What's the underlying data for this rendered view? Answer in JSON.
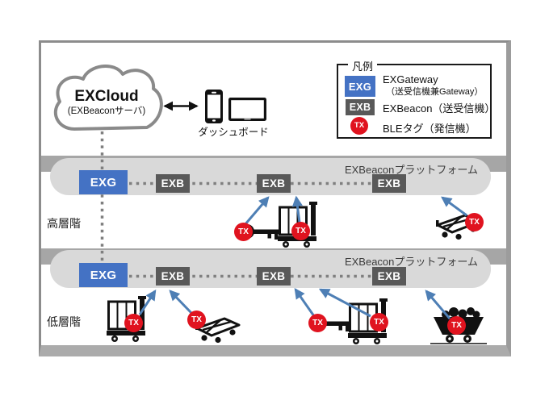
{
  "cloud": {
    "title": "EXCloud",
    "subtitle": "(EXBeaconサーバ)"
  },
  "dashboard": {
    "label": "ダッシュボード"
  },
  "legend": {
    "title": "凡例",
    "items": [
      {
        "badge": "EXG",
        "label": "EXGateway",
        "sublabel": "（送受信機兼Gateway）"
      },
      {
        "badge": "EXB",
        "label": "EXBeacon（送受信機）"
      },
      {
        "badge": "TX",
        "label": "BLEタグ（発信機）"
      }
    ]
  },
  "floors": [
    {
      "name": "高層階",
      "platform_label": "EXBeaconプラットフォーム",
      "gateway": "EXG",
      "beacons": [
        "EXB",
        "EXB",
        "EXB"
      ]
    },
    {
      "name": "低層階",
      "platform_label": "EXBeaconプラットフォーム",
      "gateway": "EXG",
      "beacons": [
        "EXB",
        "EXB",
        "EXB"
      ]
    }
  ],
  "tag_label": "TX",
  "colors": {
    "gateway_badge": "#4472c4",
    "beacon_badge": "#595959",
    "ble_tag": "#e0131f",
    "platform_bar": "#d9d9d9",
    "floor_slab": "#a6a6a6",
    "signal_arrow": "#4e7fb5"
  }
}
